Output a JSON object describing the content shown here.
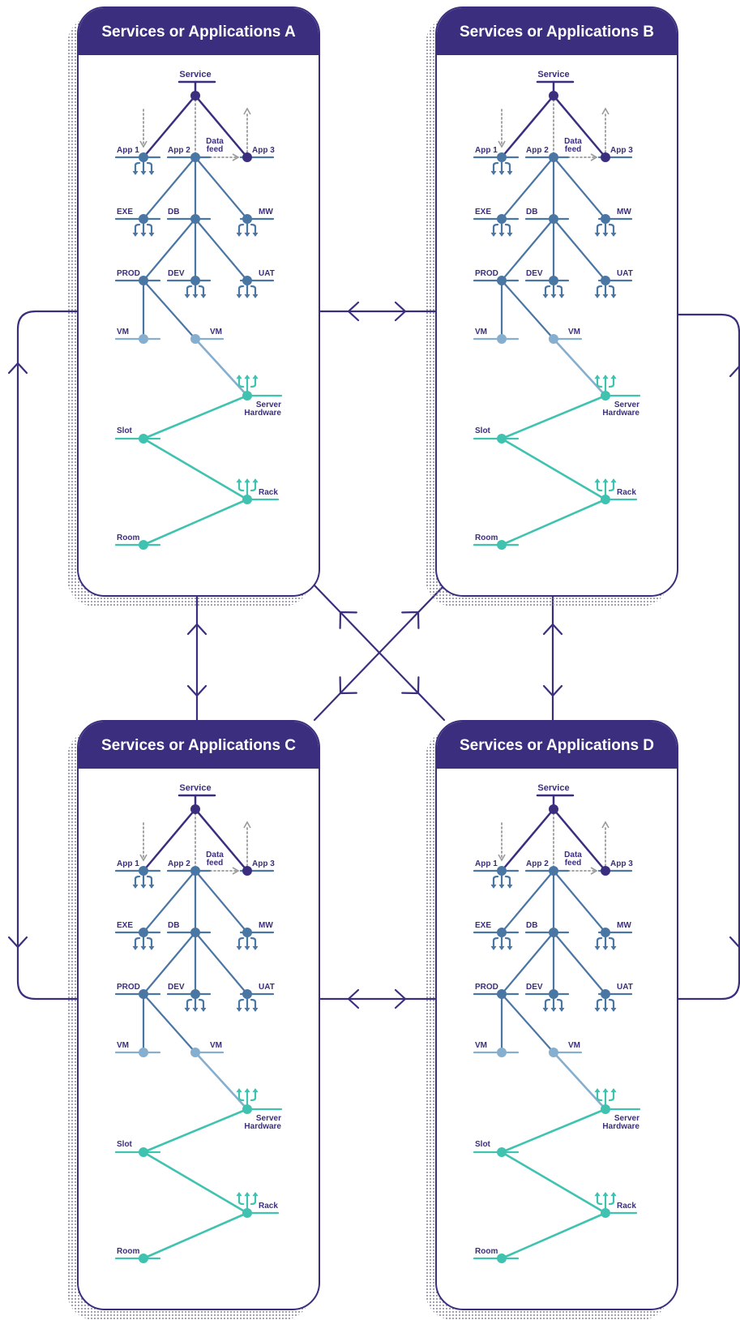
{
  "colors": {
    "purple": "#3b2e7e",
    "blue": "#4a76a3",
    "lightblue": "#86aecf",
    "teal": "#3fc3b0",
    "gray": "#9a9a9a"
  },
  "cards": [
    {
      "title": "Services or Applications A"
    },
    {
      "title": "Services or Applications B"
    },
    {
      "title": "Services or Applications C"
    },
    {
      "title": "Services or Applications D"
    }
  ],
  "tree_labels": {
    "service": "Service",
    "app1": "App 1",
    "app2": "App 2",
    "app3": "App 3",
    "datafeed_line1": "Data",
    "datafeed_line2": "feed",
    "exe": "EXE",
    "db": "DB",
    "mw": "MW",
    "prod": "PROD",
    "dev": "DEV",
    "uat": "UAT",
    "vm1": "VM",
    "vm2": "VM",
    "server_line1": "Server",
    "server_line2": "Hardware",
    "slot": "Slot",
    "rack": "Rack",
    "room": "Room"
  }
}
